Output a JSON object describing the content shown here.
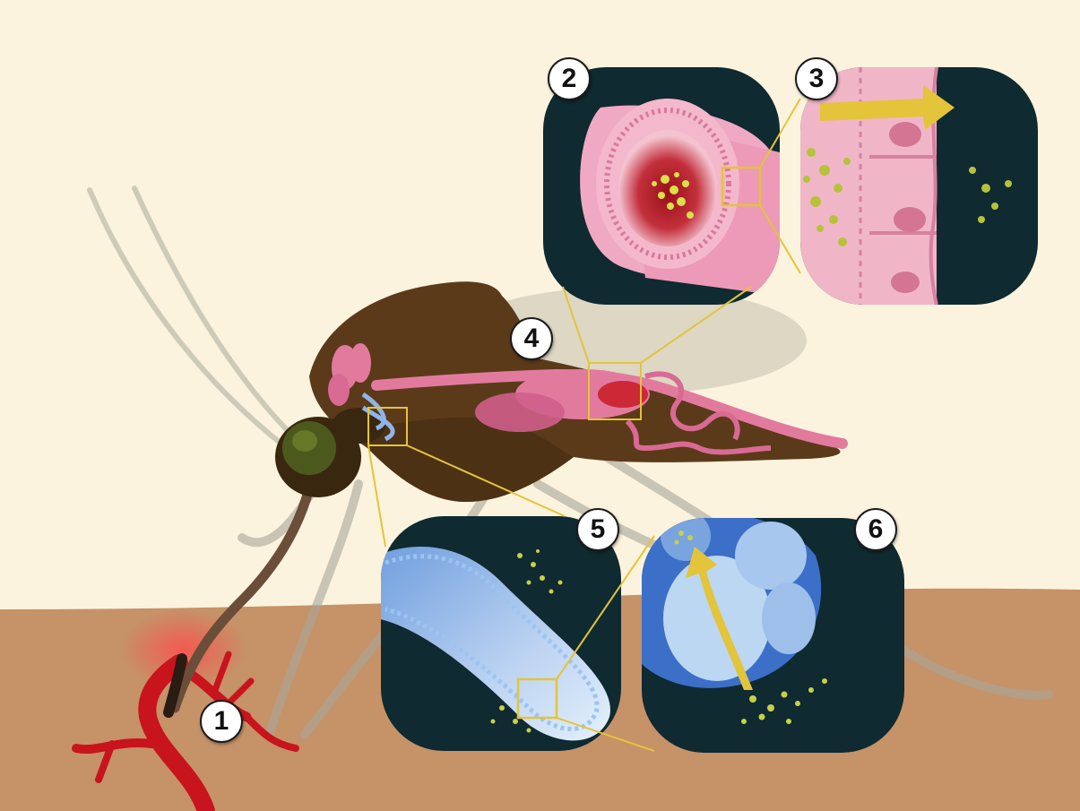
{
  "colors": {
    "background": "#fbf3dd",
    "skin": "#c69268",
    "panel": "#0f2a30",
    "highlight": "#e3c43a",
    "blood": "#c8141c",
    "mosquito_body": "#5b3a1a",
    "gut": "#e27a9e",
    "gland": "#8fb5e8"
  },
  "labels": {
    "step1": "1",
    "step2": "2",
    "step3": "3",
    "step4": "4",
    "step5": "5",
    "step6": "6"
  }
}
